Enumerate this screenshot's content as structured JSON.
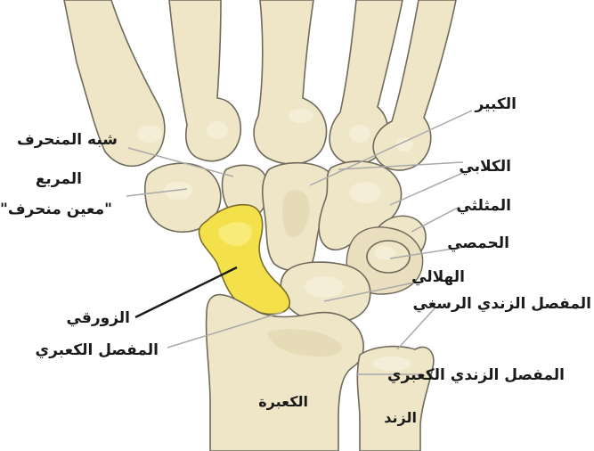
{
  "labels": {
    "capitate": "الكبير",
    "hamate": "الكلابي",
    "triquetrum": "المثلثي",
    "pisiform": "الحمصي",
    "lunate": "الهلالي",
    "trapezoid": "شبه المنحرف",
    "trapezium_line1": "المربع",
    "trapezium_line2": "\"معين منحرف\"",
    "scaphoid": "الزورقي",
    "radiocarpal_joint": "المفصل الكعبري",
    "ulnocarpal_joint": "المفصل الزندي الرسغي",
    "radioulnar_joint": "المفصل الزندي الكعبري",
    "radius": "الكعبرة",
    "ulna": "الزند"
  },
  "colors": {
    "bone": "#efe6c8",
    "scaphoid_highlight": "#f3e04a",
    "outline": "#6f6a5c",
    "leader": "#a9a9a9"
  }
}
